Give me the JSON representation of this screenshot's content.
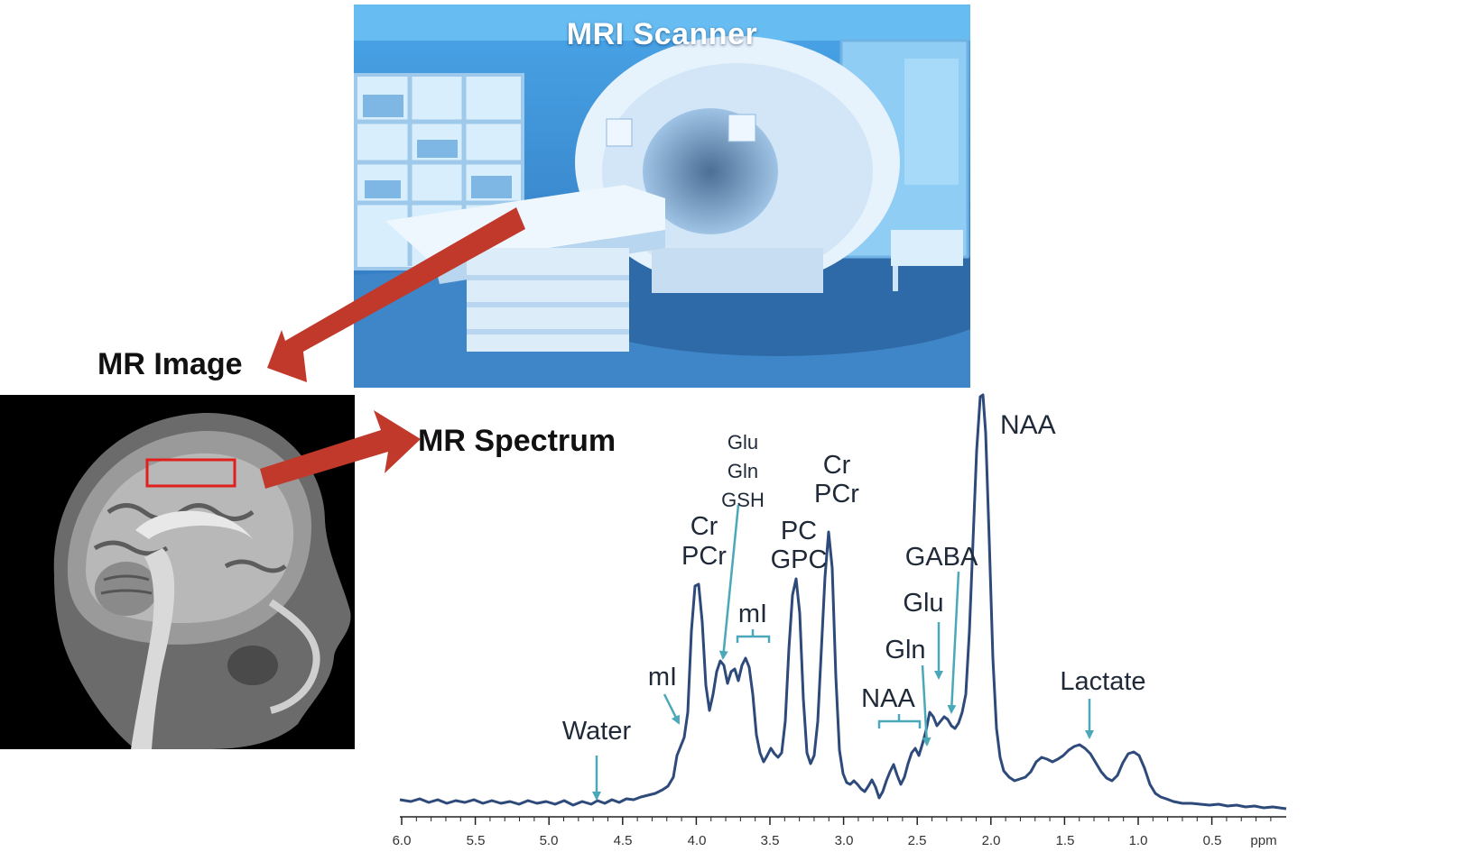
{
  "scanner": {
    "title": "MRI Scanner"
  },
  "image": {
    "label": "MR Image"
  },
  "spectrum": {
    "label": "MR Spectrum",
    "axis_unit": "ppm",
    "ticks": [
      "6.0",
      "5.5",
      "5.0",
      "4.5",
      "4.0",
      "3.5",
      "3.0",
      "2.5",
      "2.0",
      "1.5",
      "1.0",
      "0.5"
    ],
    "peaks": {
      "naa_main": "NAA",
      "cr_pcr_30_a": "Cr",
      "cr_pcr_30_b": "PCr",
      "pc": "PC",
      "gpc": "GPC",
      "glu_group_a": "Glu",
      "glu_group_b": "Gln",
      "glu_group_c": "GSH",
      "cr_pcr_39_a": "Cr",
      "cr_pcr_39_b": "PCr",
      "mi_bracket": "mI",
      "mi_small": "mI",
      "water": "Water",
      "gaba": "GABA",
      "glu": "Glu",
      "gln": "Gln",
      "naa_small": "NAA",
      "lactate": "Lactate"
    }
  },
  "colors": {
    "spectrum_line": "#2d4a7a",
    "annotation_arrow": "#4aa8b8",
    "red_arrow": "#c0392b",
    "roi_box": "#e0201c"
  }
}
